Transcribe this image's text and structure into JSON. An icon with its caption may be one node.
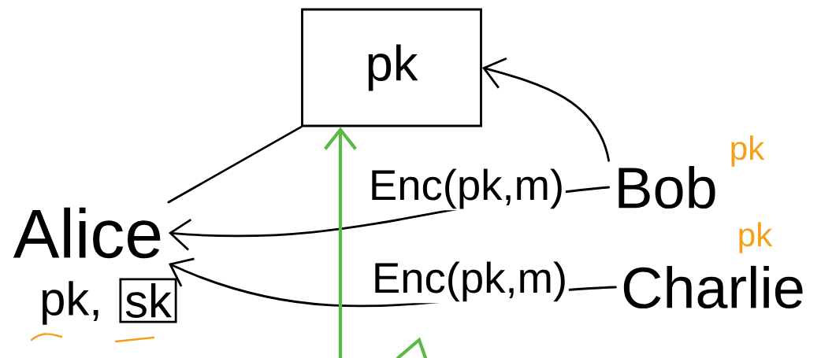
{
  "diagram": {
    "nodes": [
      {
        "text": [
          "pk"
        ]
      },
      {
        "text": [
          "Alice"
        ]
      },
      {
        "text": [
          "sk"
        ]
      },
      {
        "text": [
          "Bob"
        ],
        "beside": [
          "pk"
        ]
      },
      {
        "text": [
          "Charlie"
        ],
        "beside": [
          "pk"
        ]
      }
    ],
    "edges": [
      {
        "from": 1,
        "to": 0,
        "arrow": "none"
      },
      {
        "from": 3,
        "to": 0,
        "arrow": "to"
      },
      {
        "from": 3,
        "to": 1,
        "arrow": "to",
        "label": "Enc(pk,m)"
      },
      {
        "from": 4,
        "to": 1,
        "arrow": "to",
        "label": "Enc(pk,m)"
      },
      {
        "from": null,
        "to": 0,
        "arrow": "to",
        "color": "#5cb946"
      }
    ],
    "labels": [
      "pk,"
    ]
  }
}
